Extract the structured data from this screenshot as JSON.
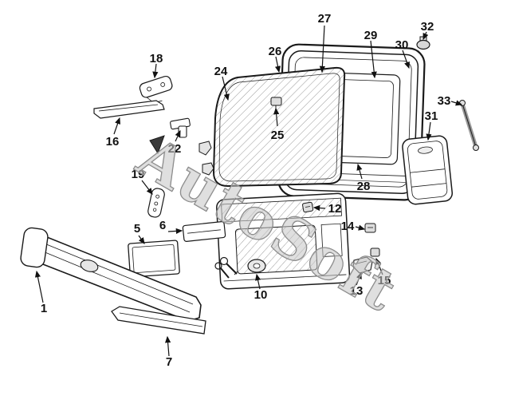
{
  "watermark": "AutoSoft",
  "callouts": [
    "27",
    "32",
    "29",
    "30",
    "26",
    "18",
    "24",
    "33",
    "31",
    "25",
    "16",
    "22",
    "19",
    "28",
    "12",
    "14",
    "5",
    "6",
    "13",
    "15",
    "10",
    "1",
    "7"
  ],
  "colors": {
    "ink": "#1a1a1a",
    "hatch": "#9a9a9a",
    "watermark": "#8c8c8c",
    "background": "#ffffff"
  }
}
